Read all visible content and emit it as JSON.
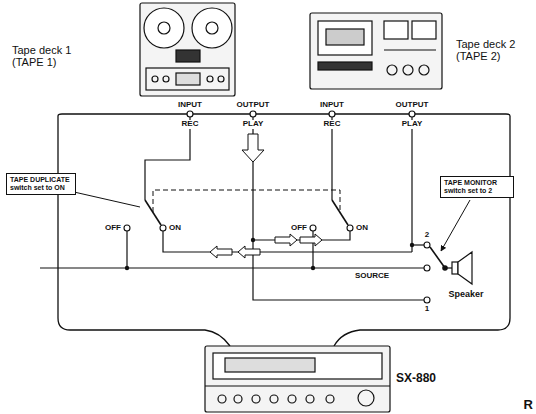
{
  "diagram": {
    "nodes": [
      {
        "text": [
          "TAPE DUPLICATE switch set to ON"
        ]
      },
      {
        "text": [
          "TAPE MONITOR switch set to 2"
        ]
      }
    ],
    "labels": [
      "Tape deck 1 (TAPE 1)",
      "Tape deck 2 (TAPE 2)",
      "INPUT",
      "OUTPUT",
      "INPUT",
      "OUTPUT",
      "REC",
      "PLAY",
      "REC",
      "PLAY",
      "OFF",
      "ON",
      "OFF",
      "ON",
      "SOURCE",
      "2",
      "1",
      "Speaker",
      "SX-880",
      "R"
    ]
  }
}
